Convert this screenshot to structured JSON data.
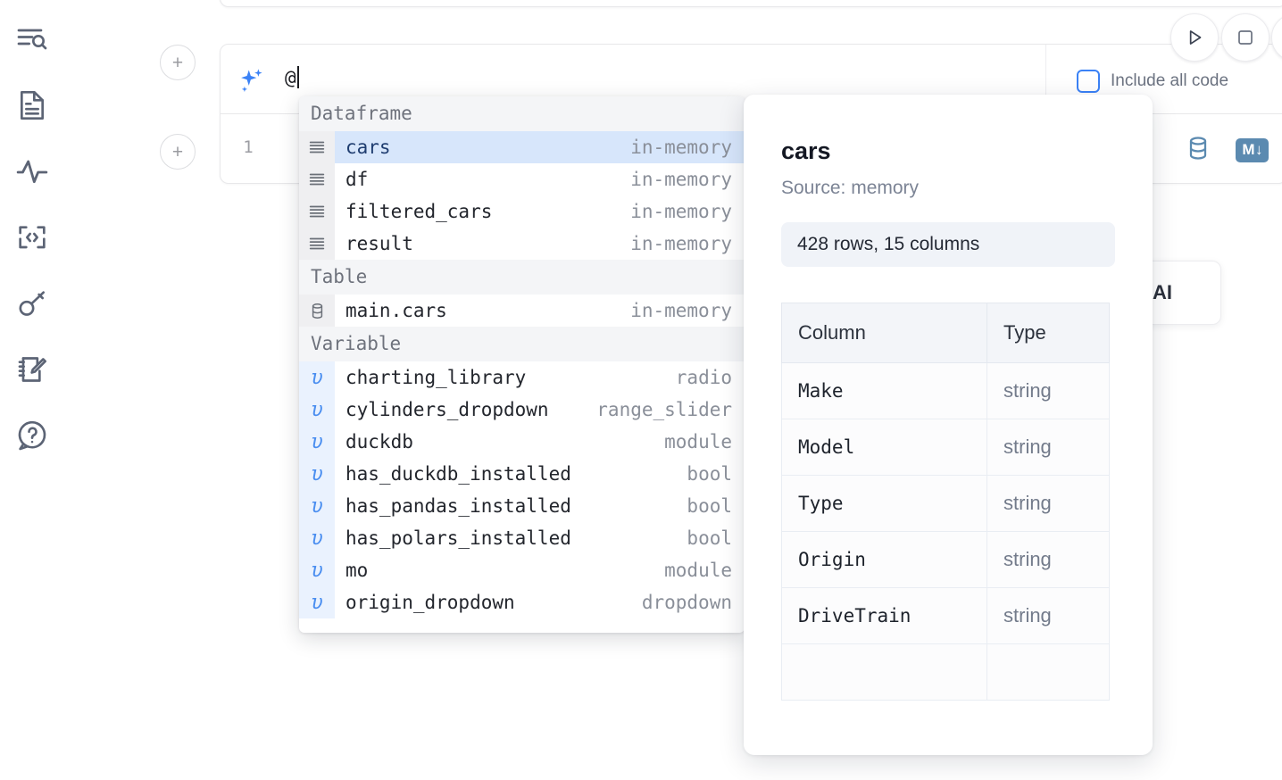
{
  "rail": {
    "items": [
      {
        "name": "file-explorer-icon",
        "label": "Explore files"
      },
      {
        "name": "document-outline-icon",
        "label": "Outline"
      },
      {
        "name": "activity-icon",
        "label": "Activity"
      },
      {
        "name": "snippets-icon",
        "label": "Snippets"
      },
      {
        "name": "secrets-key-icon",
        "label": "Secrets"
      },
      {
        "name": "scratchpad-icon",
        "label": "Scratchpad"
      },
      {
        "name": "help-icon",
        "label": "Help"
      }
    ]
  },
  "toolbar": {
    "run_label": "Run",
    "stop_label": "Interrupt",
    "more_label": "More"
  },
  "ai_cell": {
    "sparkle_icon": "sparkles-icon",
    "input_value": "@",
    "include_all_code_label": "Include all code",
    "include_all_code_checked": false,
    "add_cell_label": "+"
  },
  "code_cell": {
    "line_number": "1",
    "database_icon": "database-icon",
    "markdown_badge": "M",
    "markdown_arrow": "↓"
  },
  "floating_card": {
    "text": "AI"
  },
  "autocomplete": {
    "groups": [
      {
        "title": "Dataframe",
        "gutter_class": "g-df",
        "icon": "dataframe-icon",
        "items": [
          {
            "name": "cars",
            "kind": "in-memory",
            "selected": true
          },
          {
            "name": "df",
            "kind": "in-memory",
            "selected": false
          },
          {
            "name": "filtered_cars",
            "kind": "in-memory",
            "selected": false
          },
          {
            "name": "result",
            "kind": "in-memory",
            "selected": false
          }
        ]
      },
      {
        "title": "Table",
        "gutter_class": "g-tbl",
        "icon": "table-icon",
        "items": [
          {
            "name": "main.cars",
            "kind": "in-memory",
            "selected": false
          }
        ]
      },
      {
        "title": "Variable",
        "gutter_class": "g-var",
        "icon": "variable-icon",
        "items": [
          {
            "name": "charting_library",
            "kind": "radio",
            "selected": false
          },
          {
            "name": "cylinders_dropdown",
            "kind": "range_slider",
            "selected": false
          },
          {
            "name": "duckdb",
            "kind": "module",
            "selected": false
          },
          {
            "name": "has_duckdb_installed",
            "kind": "bool",
            "selected": false
          },
          {
            "name": "has_pandas_installed",
            "kind": "bool",
            "selected": false
          },
          {
            "name": "has_polars_installed",
            "kind": "bool",
            "selected": false
          },
          {
            "name": "mo",
            "kind": "module",
            "selected": false
          },
          {
            "name": "origin_dropdown",
            "kind": "dropdown",
            "selected": false
          }
        ]
      }
    ]
  },
  "detail": {
    "title": "cars",
    "source": "Source: memory",
    "shape": "428 rows, 15 columns",
    "headers": [
      "Column",
      "Type"
    ],
    "rows": [
      [
        "Make",
        "string"
      ],
      [
        "Model",
        "string"
      ],
      [
        "Type",
        "string"
      ],
      [
        "Origin",
        "string"
      ],
      [
        "DriveTrain",
        "string"
      ]
    ]
  },
  "colors": {
    "accent_blue": "#3b82f6",
    "selected_row": "#d7e6fb",
    "variable_gutter": "#eaf2fe",
    "group_header_bg": "#f4f5f7",
    "badge_bg": "#f0f3f8",
    "icon_gray": "#5c6475"
  }
}
